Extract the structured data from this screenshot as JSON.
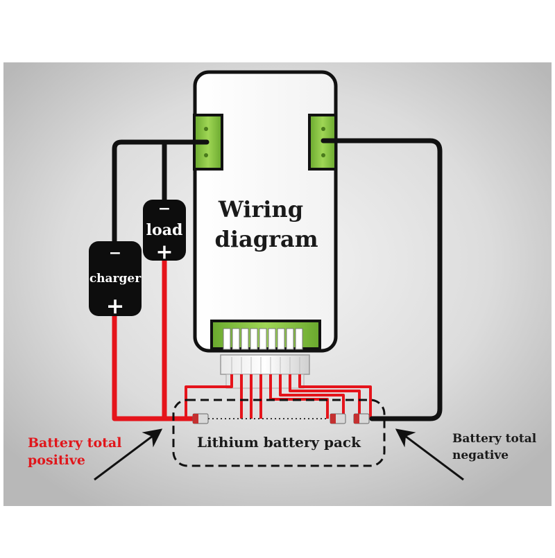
{
  "diagram": {
    "title_line1": "Wiring",
    "title_line2": "diagram",
    "load": {
      "label": "load",
      "minus": "−",
      "plus": "+"
    },
    "charger": {
      "label": "charger",
      "minus": "−",
      "plus": "+"
    },
    "pack_label": "Lithium battery pack",
    "positive_label_line1": "Battery total",
    "positive_label_line2": "positive",
    "negative_label_line1": "Battery total",
    "negative_label_line2": "negative",
    "colors": {
      "background": "#d6d6d6",
      "wire_black": "#111111",
      "wire_red": "#e5141b",
      "connector_green": "#8bc63e",
      "label_red": "#e0161b"
    }
  }
}
